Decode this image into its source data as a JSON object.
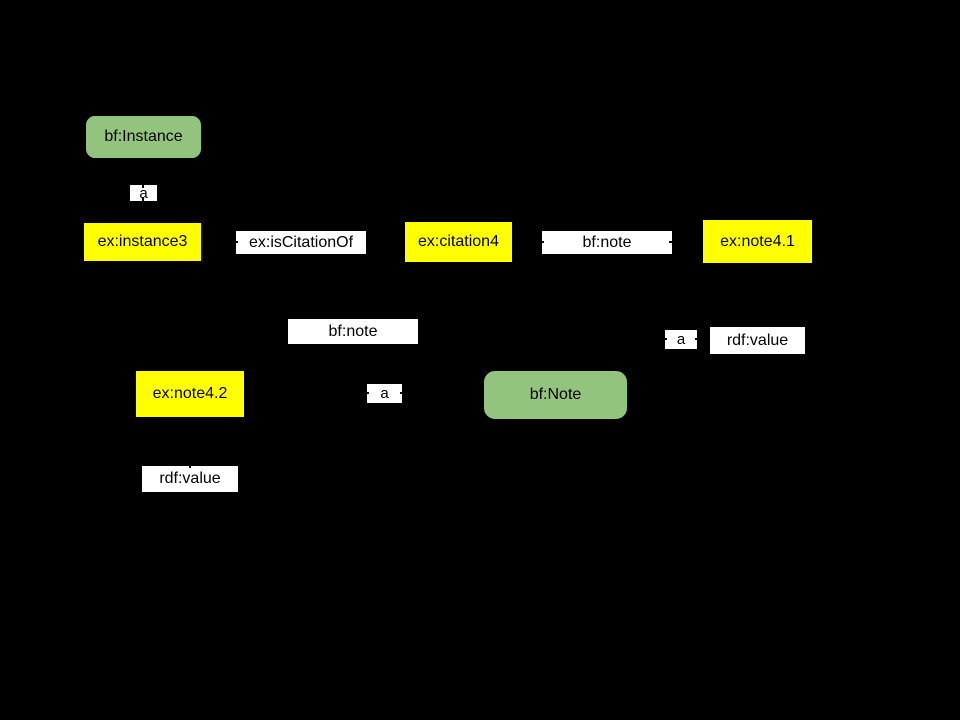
{
  "diagram": {
    "background_color": "#000000",
    "colors": {
      "class_node_fill": "#93c47d",
      "resource_node_fill": "#ffff00",
      "edge_label_background": "#ffffff",
      "text": "#000000"
    },
    "nodes": [
      {
        "id": "bf-instance",
        "kind": "class",
        "label": "bf:Instance"
      },
      {
        "id": "ex-instance3",
        "kind": "resource",
        "label": "ex:instance3"
      },
      {
        "id": "ex-citation4",
        "kind": "resource",
        "label": "ex:citation4"
      },
      {
        "id": "ex-note4-1",
        "kind": "resource",
        "label": "ex:note4.1"
      },
      {
        "id": "ex-note4-2",
        "kind": "resource",
        "label": "ex:note4.2"
      },
      {
        "id": "bf-note",
        "kind": "class",
        "label": "bf:Note"
      }
    ],
    "edge_labels": [
      {
        "id": "a-instance3-type",
        "label": "a"
      },
      {
        "id": "ex-is-citation-of",
        "label": "ex:isCitationOf"
      },
      {
        "id": "bf-note-top",
        "label": "bf:note"
      },
      {
        "id": "bf-note-middle",
        "label": "bf:note"
      },
      {
        "id": "a-note4-1-type",
        "label": "a"
      },
      {
        "id": "rdf-value-right",
        "label": "rdf:value"
      },
      {
        "id": "a-note4-2-type",
        "label": "a"
      },
      {
        "id": "rdf-value-left",
        "label": "rdf:value"
      }
    ]
  }
}
